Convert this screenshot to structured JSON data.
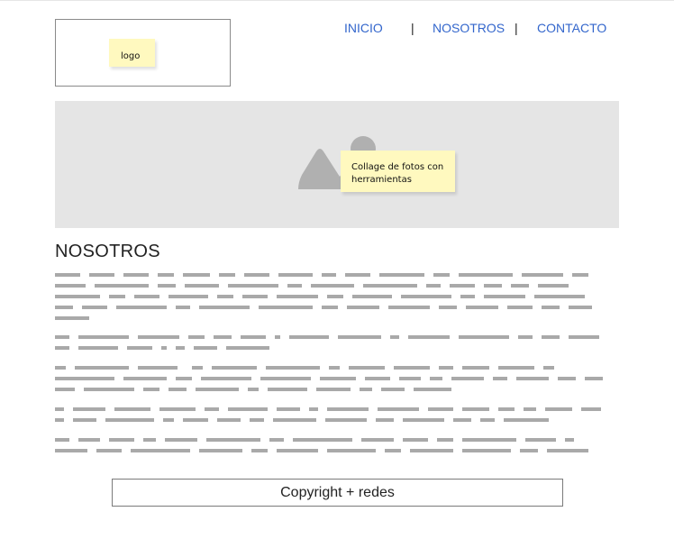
{
  "header": {
    "logo_note": "logo",
    "nav": [
      {
        "label": "INICIO"
      },
      {
        "label": "NOSOTROS"
      },
      {
        "label": "CONTACTO"
      }
    ],
    "separator": "|"
  },
  "hero": {
    "note": "Collage de fotos con herramientas",
    "icon": "image-placeholder-icon"
  },
  "about": {
    "title": "NOSOTROS"
  },
  "footer": {
    "label": "Copyright + redes"
  },
  "colors": {
    "link": "#3366cc",
    "sticky_note": "#fff9bf",
    "hero_background": "#e5e5e5",
    "placeholder_text": "#a9a9a9"
  }
}
